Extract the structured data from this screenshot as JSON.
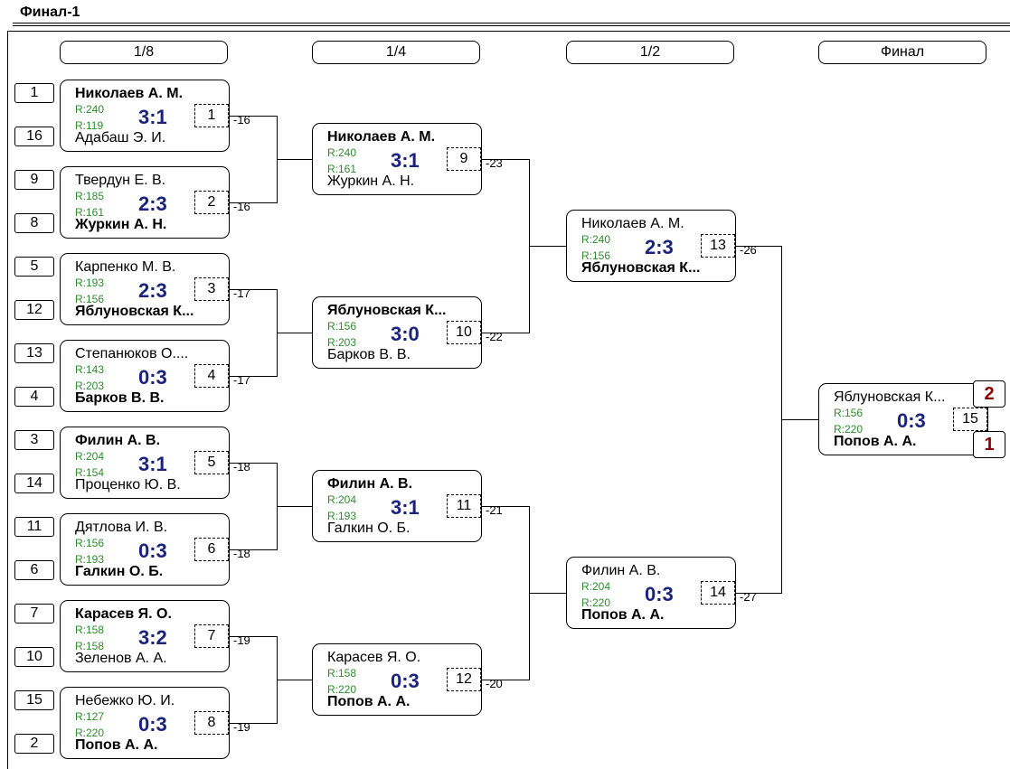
{
  "title": "Финал-1",
  "rounds": [
    "1/8",
    "1/4",
    "1/2",
    "Финал"
  ],
  "seeds": [
    "1",
    "16",
    "9",
    "8",
    "5",
    "12",
    "13",
    "4",
    "3",
    "14",
    "11",
    "6",
    "7",
    "10",
    "15",
    "2"
  ],
  "matches": [
    {
      "p1": "Николаев А. М.",
      "p2": "Адабаш Э. И.",
      "r1": "R:240",
      "r2": "R:119",
      "score": "3:1",
      "num": "1",
      "winner": 1,
      "loss": "-16"
    },
    {
      "p1": "Твердун Е. В.",
      "p2": "Журкин А. Н.",
      "r1": "R:185",
      "r2": "R:161",
      "score": "2:3",
      "num": "2",
      "winner": 2,
      "loss": "-16"
    },
    {
      "p1": "Карпенко М. В.",
      "p2": "Яблуновская К...",
      "r1": "R:193",
      "r2": "R:156",
      "score": "2:3",
      "num": "3",
      "winner": 2,
      "loss": "-17"
    },
    {
      "p1": "Степанюков О....",
      "p2": "Барков В. В.",
      "r1": "R:143",
      "r2": "R:203",
      "score": "0:3",
      "num": "4",
      "winner": 2,
      "loss": "-17"
    },
    {
      "p1": "Филин А. В.",
      "p2": "Проценко Ю. В.",
      "r1": "R:204",
      "r2": "R:154",
      "score": "3:1",
      "num": "5",
      "winner": 1,
      "loss": "-18"
    },
    {
      "p1": "Дятлова И. В.",
      "p2": "Галкин О. Б.",
      "r1": "R:156",
      "r2": "R:193",
      "score": "0:3",
      "num": "6",
      "winner": 2,
      "loss": "-18"
    },
    {
      "p1": "Карасев Я. О.",
      "p2": "Зеленов А. А.",
      "r1": "R:158",
      "r2": "R:158",
      "score": "3:2",
      "num": "7",
      "winner": 1,
      "loss": "-19"
    },
    {
      "p1": "Небежко Ю. И.",
      "p2": "Попов А. А.",
      "r1": "R:127",
      "r2": "R:220",
      "score": "0:3",
      "num": "8",
      "winner": 2,
      "loss": "-19"
    },
    {
      "p1": "Николаев А. М.",
      "p2": "Журкин А. Н.",
      "r1": "R:240",
      "r2": "R:161",
      "score": "3:1",
      "num": "9",
      "winner": 1,
      "loss": "-23"
    },
    {
      "p1": "Яблуновская К...",
      "p2": "Барков В. В.",
      "r1": "R:156",
      "r2": "R:203",
      "score": "3:0",
      "num": "10",
      "winner": 1,
      "loss": "-22"
    },
    {
      "p1": "Филин А. В.",
      "p2": "Галкин О. Б.",
      "r1": "R:204",
      "r2": "R:193",
      "score": "3:1",
      "num": "11",
      "winner": 1,
      "loss": "-21"
    },
    {
      "p1": "Карасев Я. О.",
      "p2": "Попов А. А.",
      "r1": "R:158",
      "r2": "R:220",
      "score": "0:3",
      "num": "12",
      "winner": 2,
      "loss": "-20"
    },
    {
      "p1": "Николаев А. М.",
      "p2": "Яблуновская К...",
      "r1": "R:240",
      "r2": "R:156",
      "score": "2:3",
      "num": "13",
      "winner": 2,
      "loss": "-26"
    },
    {
      "p1": "Филин А. В.",
      "p2": "Попов А. А.",
      "r1": "R:204",
      "r2": "R:220",
      "score": "0:3",
      "num": "14",
      "winner": 2,
      "loss": "-27"
    },
    {
      "p1": "Яблуновская К...",
      "p2": "Попов А. А.",
      "r1": "R:156",
      "r2": "R:220",
      "score": "0:3",
      "num": "15",
      "winner": 2,
      "loss": ""
    }
  ],
  "final_places": {
    "top": "2",
    "bottom": "1"
  },
  "colors": {
    "score": "#1a237e",
    "rating": "#2e8b2e",
    "place": "#8b0000"
  }
}
